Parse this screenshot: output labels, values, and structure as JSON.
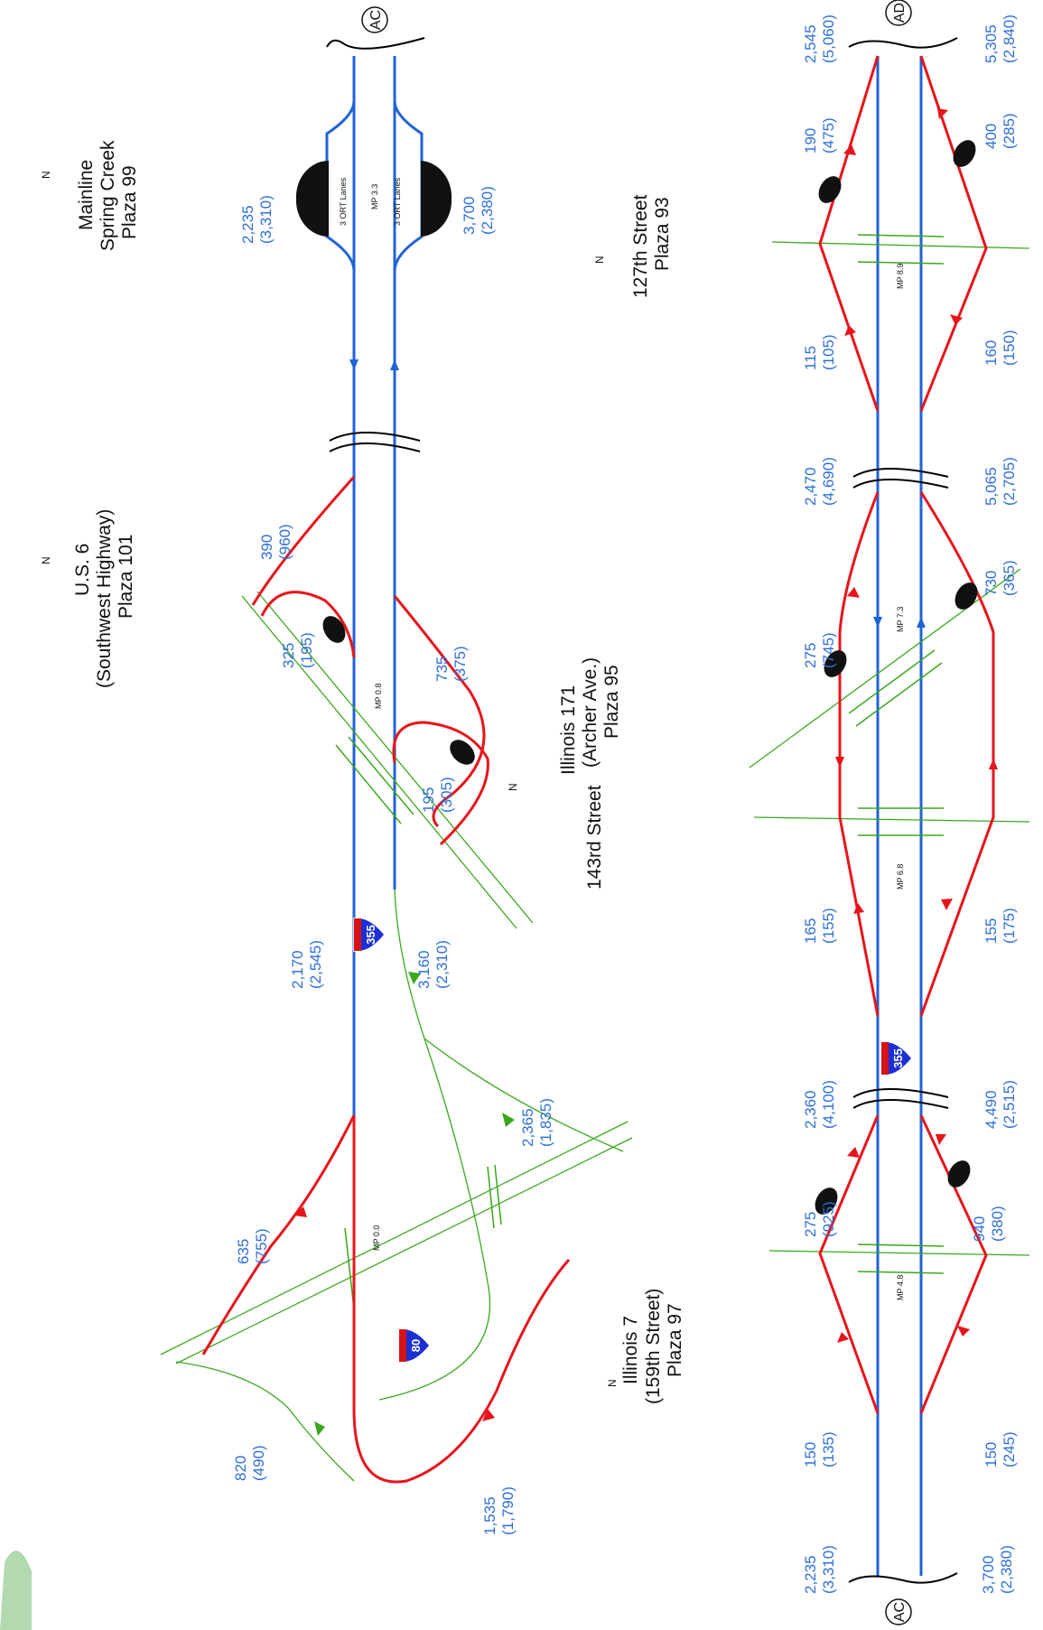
{
  "plazas": {
    "spring_creek": {
      "l1": "Mainline",
      "l2": "Spring Creek",
      "l3": "Plaza 99"
    },
    "us6": {
      "l1": "U.S. 6",
      "l2": "(Southwest Highway)",
      "l3": "Plaza 101"
    },
    "il171": {
      "l1": "Illinois 171",
      "l2": "(Archer Ave.)",
      "l3": "Plaza 95"
    },
    "st143": {
      "l1": "143rd Street"
    },
    "il7": {
      "l1": "Illinois 7",
      "l2": "(159th Street)",
      "l3": "Plaza 97"
    },
    "st127": {
      "l1": "127th Street",
      "l2": "Plaza 93"
    }
  },
  "north_letter": "N",
  "connectors": {
    "ac_top": "AC",
    "ac_bottom": "AC",
    "ad_top": "AD"
  },
  "milepost": {
    "mp00": "MP 0.0",
    "mp08": "MP 0.8",
    "mp33": "MP 3.3",
    "mp48": "MP 4.8",
    "mp68": "MP 6.8",
    "mp73": "MP 7.3",
    "mp89": "MP 8.9"
  },
  "ort": {
    "lane_nb": "3 ORT Lanes",
    "lane_sb": "3 ORT Lanes"
  },
  "shields": {
    "i355_top": "355",
    "i80": "80",
    "i355_bottom": "355"
  },
  "volumes": {
    "v2235_3310_top": "2,235\n(3,310)",
    "v3700_2380_top": "3,700\n(2,380)",
    "v390_960": "390\n(960)",
    "v325_195": "325\n(195)",
    "v735_375": "735\n(375)",
    "v195_305": "195\n(305)",
    "v2170_2545": "2,170\n(2,545)",
    "v3160_2310": "3,160\n(2,310)",
    "v2365_1835": "2,365\n(1,835)",
    "v635_755": "635\n(755)",
    "v820_490": "820\n(490)",
    "v1535_1790": "1,535\n(1,790)",
    "v2545_5060": "2,545\n(5,060)",
    "v5305_2840": "5,305\n(2,840)",
    "v190_475": "190\n(475)",
    "v400_285": "400\n(285)",
    "v115_105": "115\n(105)",
    "v160_150": "160\n(150)",
    "v2470_4690": "2,470\n(4,690)",
    "v5065_2705": "5,065\n(2,705)",
    "v275_745": "275\n(745)",
    "v730_365": "730\n(365)",
    "v165_155": "165\n(155)",
    "v155_175": "155\n(175)",
    "v2360_4100": "2,360\n(4,100)",
    "v4490_2515": "4,490\n(2,515)",
    "v275_925": "275\n(925)",
    "v940_380": "940\n(380)",
    "v150_135": "150\n(135)",
    "v150_245": "150\n(245)",
    "v2235_3310_bottom": "2,235\n(3,310)",
    "v3700_2380_bottom": "3,700\n(2,380)"
  },
  "colors": {
    "mainline": "#1f63d8",
    "ramp": "#e8141b",
    "crossroad": "#3aa81c",
    "volume_text": "#2e6fd8"
  }
}
